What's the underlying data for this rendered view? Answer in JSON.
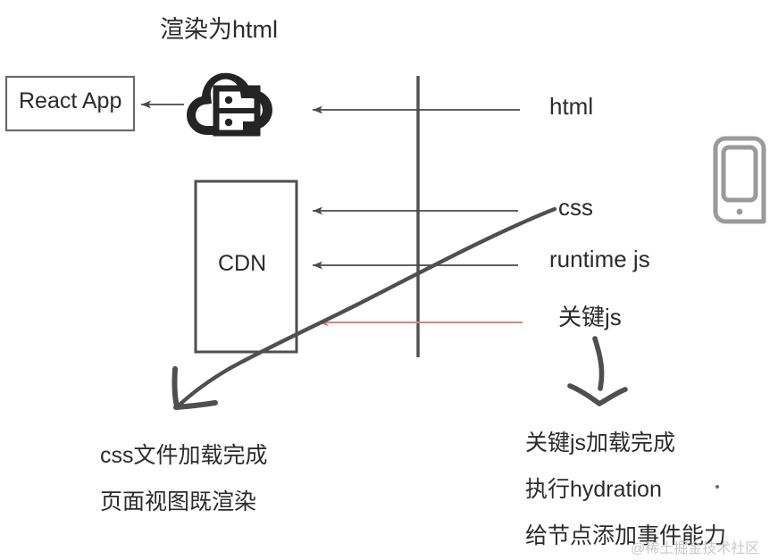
{
  "diagram": {
    "title": "渲染为html",
    "boxes": [
      {
        "id": "react-app",
        "label": "React App"
      },
      {
        "id": "cdn",
        "label": "CDN"
      }
    ],
    "icons": [
      {
        "id": "cloud-server",
        "name": "cloud-server-icon",
        "color": "#242424"
      },
      {
        "id": "mobile-phone",
        "name": "mobile-phone-icon",
        "color": "#9a9a9a"
      }
    ],
    "flow_labels": [
      {
        "id": "html",
        "text": "html",
        "arrow_color": "#4a4a4a"
      },
      {
        "id": "css",
        "text": "css",
        "arrow_color": "#4a4a4a"
      },
      {
        "id": "runtime-js",
        "text": "runtime js",
        "arrow_color": "#4a4a4a"
      },
      {
        "id": "key-js",
        "text": "关键js",
        "arrow_color": "#e0807c"
      }
    ],
    "notes": {
      "left": {
        "lines": [
          "css文件加载完成",
          "页面视图既渲染"
        ]
      },
      "right": {
        "lines": [
          "关键js加载完成",
          "执行hydration",
          "给节点添加事件能力"
        ]
      }
    },
    "watermark": "@稀土掘金技术社区",
    "colors": {
      "background": "#ffffff",
      "stroke": "#4a4a4a",
      "text": "#2b2b2b",
      "accent_red": "#e0807c",
      "icon_gray": "#9a9a9a",
      "icon_dark": "#242424",
      "watermark": "#c9c9c9"
    }
  }
}
